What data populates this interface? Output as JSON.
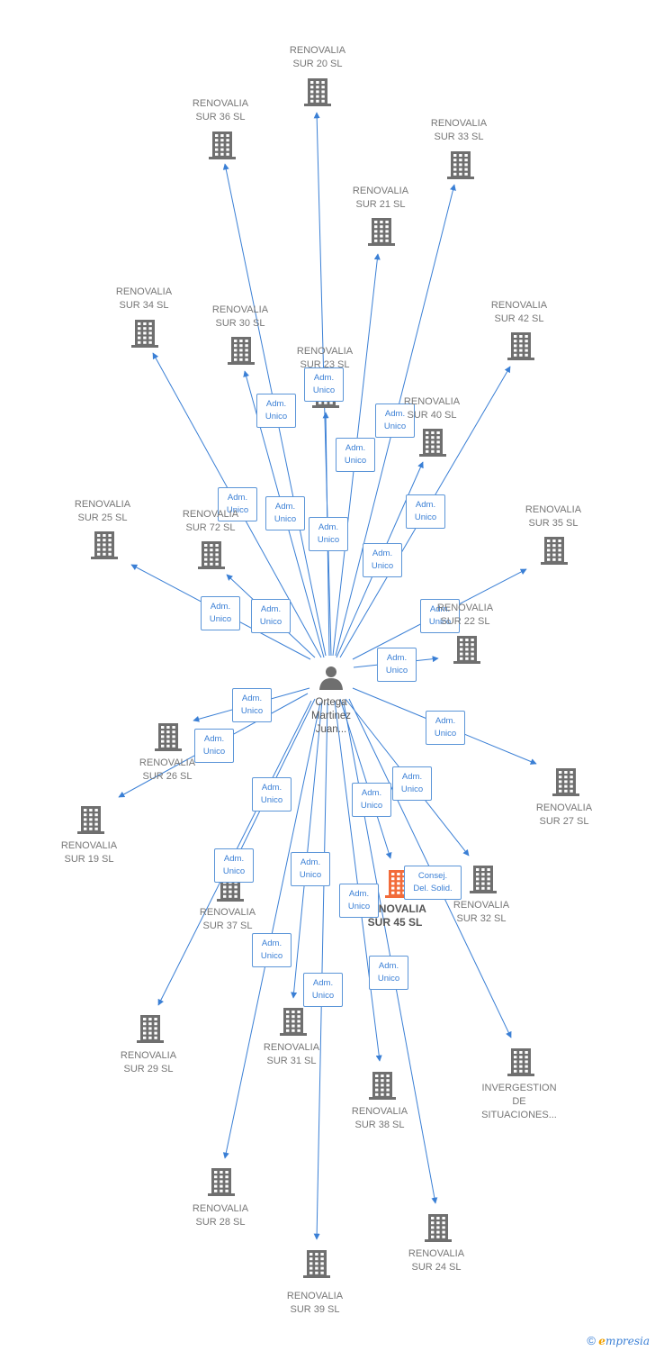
{
  "center": {
    "label": "Ortega\nMartinez\nJuan..."
  },
  "colors": {
    "edge": "#3a7fd5",
    "building": "#6f6f6f",
    "highlight": "#f26b3a"
  },
  "icons": {
    "company": "building-icon",
    "person": "person-icon"
  },
  "nodes": [
    {
      "id": "sur20",
      "label": "RENOVALIA\nSUR 20  SL",
      "role": "Adm.\nUnico"
    },
    {
      "id": "sur36",
      "label": "RENOVALIA\nSUR 36  SL",
      "role": "Adm.\nUnico"
    },
    {
      "id": "sur33",
      "label": "RENOVALIA\nSUR 33  SL",
      "role": "Adm.\nUnico"
    },
    {
      "id": "sur21",
      "label": "RENOVALIA\nSUR 21  SL",
      "role": "Adm.\nUnico"
    },
    {
      "id": "sur34",
      "label": "RENOVALIA\nSUR 34  SL",
      "role": "Adm.\nUnico"
    },
    {
      "id": "sur30",
      "label": "RENOVALIA\nSUR 30  SL",
      "role": "Adm.\nUnico"
    },
    {
      "id": "sur42",
      "label": "RENOVALIA\nSUR 42  SL",
      "role": "Adm.\nUnico"
    },
    {
      "id": "sur23",
      "label": "RENOVALIA\nSUR 23  SL",
      "role": "Adm.\nUnico"
    },
    {
      "id": "sur40",
      "label": "RENOVALIA\nSUR 40  SL",
      "role": "Adm.\nUnico"
    },
    {
      "id": "sur25",
      "label": "RENOVALIA\nSUR 25  SL",
      "role": "Adm.\nUnico"
    },
    {
      "id": "sur72",
      "label": "RENOVALIA\nSUR 72  SL",
      "role": "Adm.\nUnico"
    },
    {
      "id": "sur35",
      "label": "RENOVALIA\nSUR 35  SL",
      "role": "Adm.\nUnico"
    },
    {
      "id": "sur22",
      "label": "RENOVALIA\nSUR 22  SL",
      "role": "Adm.\nUnico"
    },
    {
      "id": "sur26",
      "label": "RENOVALIA\nSUR 26  SL",
      "role": "Adm.\nUnico"
    },
    {
      "id": "sur19",
      "label": "RENOVALIA\nSUR 19  SL",
      "role": "Adm.\nUnico"
    },
    {
      "id": "sur27",
      "label": "RENOVALIA\nSUR 27  SL",
      "role": "Adm.\nUnico"
    },
    {
      "id": "sur37",
      "label": "RENOVALIA\nSUR 37  SL",
      "role": "Adm.\nUnico"
    },
    {
      "id": "sur45",
      "label": "RENOVALIA\nSUR 45  SL",
      "role": "Adm.\nUnico",
      "highlight": true
    },
    {
      "id": "sur32",
      "label": "RENOVALIA\nSUR 32  SL",
      "role": "Adm.\nUnico"
    },
    {
      "id": "sur29",
      "label": "RENOVALIA\nSUR 29  SL",
      "role": "Adm.\nUnico"
    },
    {
      "id": "sur31",
      "label": "RENOVALIA\nSUR 31  SL",
      "role": "Adm.\nUnico"
    },
    {
      "id": "sur38",
      "label": "RENOVALIA\nSUR 38  SL",
      "role": "Adm.\nUnico"
    },
    {
      "id": "invergestion",
      "label": "INVERGESTION\nDE\nSITUACIONES...",
      "role": "Consej.\nDel. Solid."
    },
    {
      "id": "sur28",
      "label": "RENOVALIA\nSUR 28  SL",
      "role": "Adm.\nUnico"
    },
    {
      "id": "sur24",
      "label": "RENOVALIA\nSUR 24  SL",
      "role": "Adm.\nUnico"
    },
    {
      "id": "sur39",
      "label": "RENOVALIA\nSUR 39  SL",
      "role": "Adm.\nUnico"
    }
  ],
  "watermark": {
    "copyright": "©",
    "brand_initial": "e",
    "brand_rest": "mpresia"
  }
}
